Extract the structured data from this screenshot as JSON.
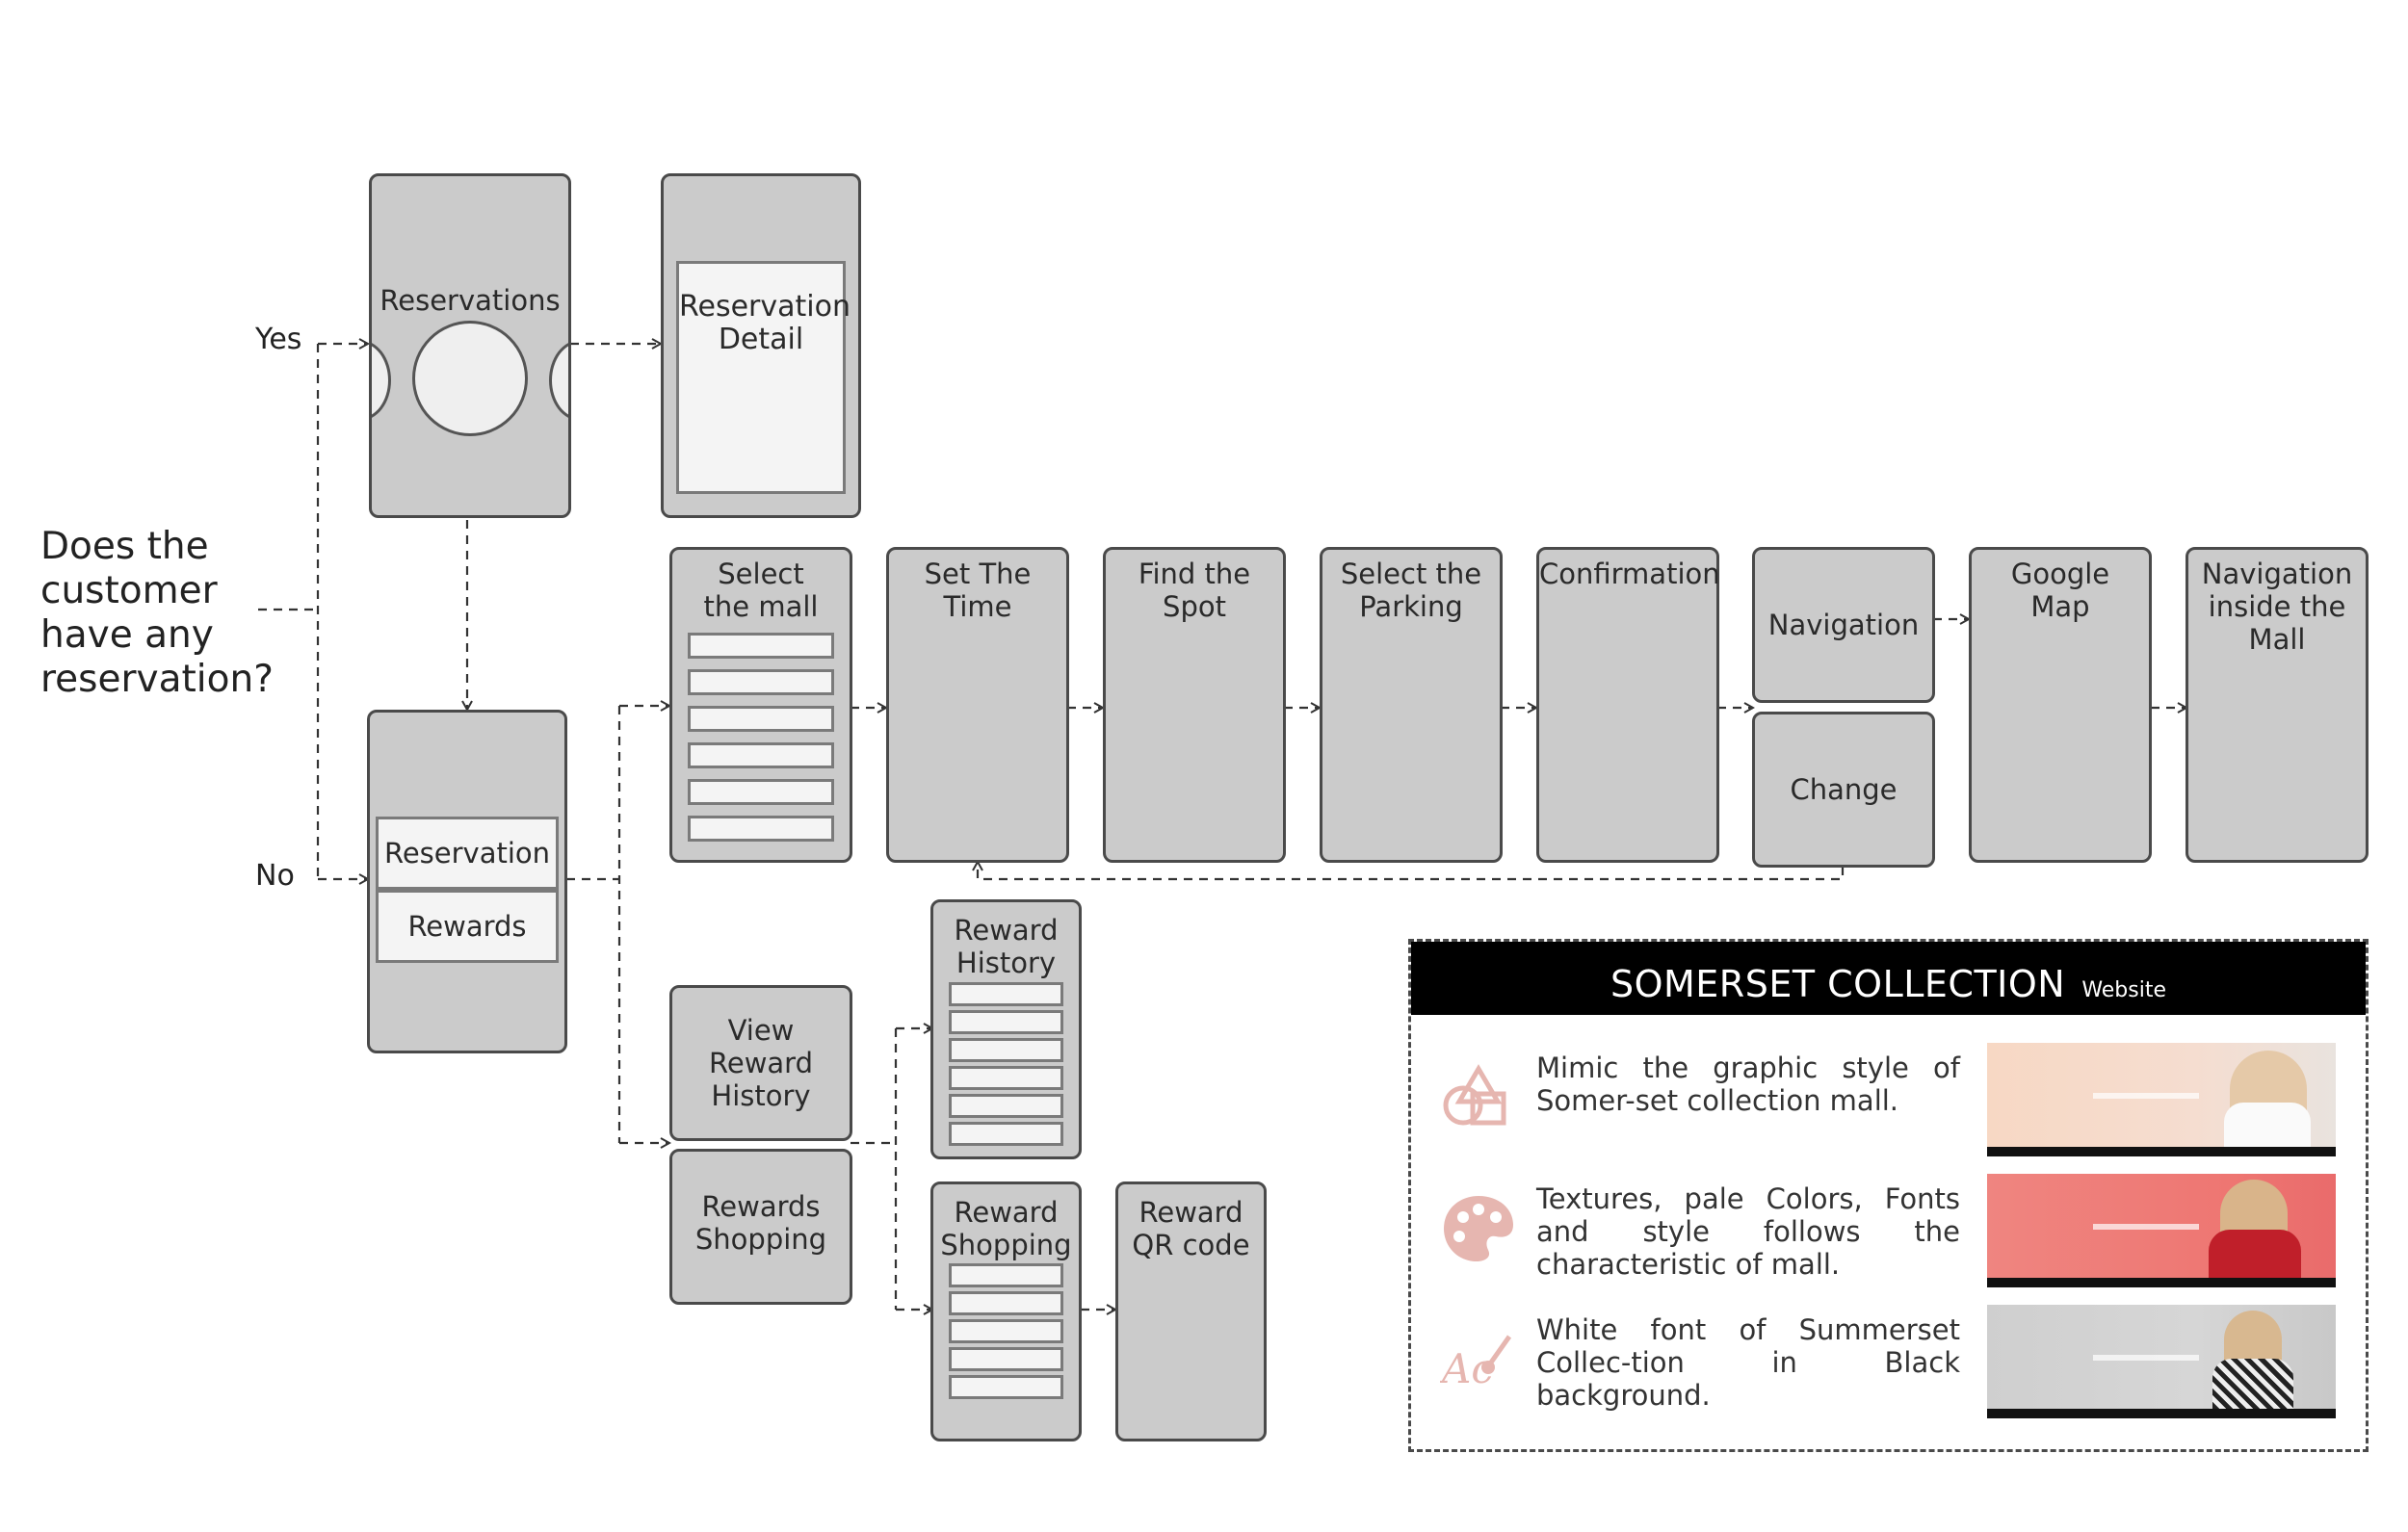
{
  "question": "Does the\ncustomer\nhave any\nreservation?",
  "branch_labels": {
    "yes": "Yes",
    "no": "No"
  },
  "screens": {
    "reservations": "Reservations",
    "reservation_detail": "Reservation\nDetail",
    "home_reservation": "Reservation",
    "home_rewards": "Rewards",
    "select_mall": "Select\nthe mall",
    "set_time": "Set The\nTime",
    "find_spot": "Find the\nSpot",
    "select_parking": "Select the\nParking",
    "confirmation": "Confirmation",
    "navigation": "Navigation",
    "change": "Change",
    "google_map": "Google\nMap",
    "nav_inside": "Navigation\ninside the\nMall",
    "view_reward_history": "View\nReward\nHistory",
    "rewards_shopping": "Rewards\nShopping",
    "reward_history": "Reward\nHistory",
    "reward_shopping": "Reward\nShopping",
    "reward_qr": "Reward\nQR code"
  },
  "panel": {
    "brand": "SOMERSET COLLECTION",
    "brand_sub": "Website",
    "features": [
      {
        "icon": "shapes-icon",
        "text": "Mimic the graphic style of Somer-set collection mall."
      },
      {
        "icon": "palette-icon",
        "text": "Textures, pale Colors, Fonts and style follows the characteristic of mall."
      },
      {
        "icon": "font-brush-icon",
        "text": "White font of Summerset Collec-tion in Black background."
      }
    ],
    "thumb_colors": [
      "#f6d9c6",
      "#ef7d78",
      "#cfcfcf"
    ]
  }
}
